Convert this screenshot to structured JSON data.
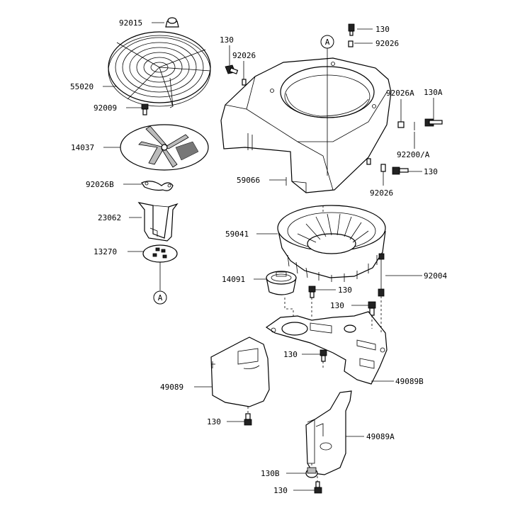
{
  "callouts": {
    "p92015": "92015",
    "p55020": "55020",
    "p92009": "92009",
    "p14037": "14037",
    "p92026B": "92026B",
    "p23062": "23062",
    "p13270": "13270",
    "ref_a_left": "A",
    "p130_top_left": "130",
    "p92026_top_left": "92026",
    "ref_a_top": "A",
    "p130_top_right": "130",
    "p92026_top_right": "92026",
    "p92026A": "92026A",
    "p130A": "130A",
    "p92200A": "92200/A",
    "p130_right": "130",
    "p92026_right": "92026",
    "p59066": "59066",
    "p59041": "59041",
    "p92004": "92004",
    "p14091": "14091",
    "p130_mid": "130",
    "p130_mid2": "130",
    "p130_center": "130",
    "p49089B": "49089B",
    "p49089": "49089",
    "p130_bottom_left": "130",
    "p49089A": "49089A",
    "p130B": "130B",
    "p130_bottom": "130"
  }
}
